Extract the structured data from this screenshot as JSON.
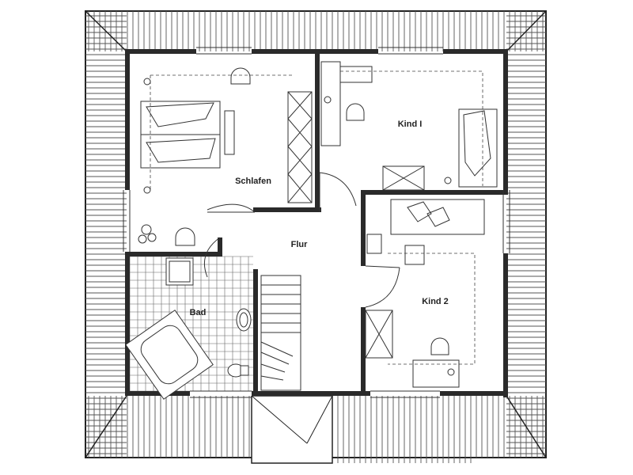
{
  "floor_plan": {
    "rooms": {
      "bedroom": "Schlafen",
      "child1": "Kind I",
      "child2": "Kind 2",
      "hallway": "Flur",
      "bathroom": "Bad"
    }
  }
}
